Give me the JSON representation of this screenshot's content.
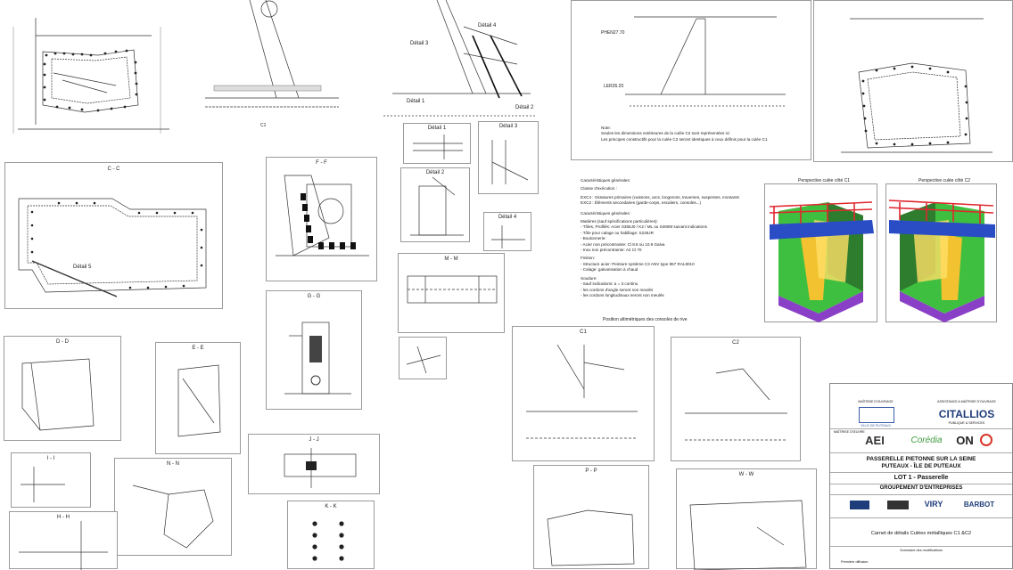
{
  "views": {
    "cc": {
      "title": "C - C",
      "detail": "Détail 5"
    },
    "ff": {
      "title": "F - F"
    },
    "gg": {
      "title": "G - G"
    },
    "dd": {
      "title": "D - D"
    },
    "ee": {
      "title": "E - E"
    },
    "ii": {
      "title": "I - I"
    },
    "nn": {
      "title": "N - N"
    },
    "jj": {
      "title": "J - J"
    },
    "hh": {
      "title": "H - H"
    },
    "kk": {
      "title": "K - K"
    },
    "mm": {
      "title": "M - M"
    },
    "pp": {
      "title": "P - P"
    },
    "ww": {
      "title": "W - W"
    },
    "c1": {
      "title": "C1"
    },
    "c2": {
      "title": "C2"
    }
  },
  "details": {
    "d1": "Détail 1",
    "d2": "Détail 2",
    "d3": "Détail 3",
    "d4": "Détail 4"
  },
  "elevation_labels": {
    "phe": "PHEN27.70",
    "ler": "LER26.20",
    "c1": "C1",
    "detail3": "Détail 3",
    "detail4": "Détail 4",
    "detail1": "Détail 1",
    "detail2": "Détail 2"
  },
  "perspectives": {
    "c1": "Perspective culée côté C1",
    "c2": "Perspective culée côté C2"
  },
  "notes_top": {
    "title": "Note:",
    "lines": [
      "Seules les dimensions extérieures de la culée C2 sont représentées ici",
      "Les principes constructifs pour la culée C2 seront identiques à ceux définis pour la culée C1"
    ]
  },
  "characteristics": {
    "title": "Caractéristiques générales:",
    "class_title": "Classe d'exécution :",
    "class_lines": [
      "EXC4 : Ossatures primaires (caissons, arcs, longerons, traverses, suspentes, montants",
      "EXC2 : Éléments secondaires (garde-corps, escaliers, consoles...)"
    ],
    "gen_title": "Caractéristiques générales:",
    "materials_title": "Matières (sauf spécifications particulières):",
    "materials_lines": [
      "- Tôles, Profilés: Acier S355J0 /  K2 / ML ou S460M suivant indications",
      "- Tôle pour calage ou habillage: S235JR",
      "- Boulonnerie:",
      "   - Acier non précontrainte: Cl 8.8 ou 10.9 Galva",
      "   - Inox non précontrainte: A2 Cl 70"
    ],
    "finish_title": "Finition:",
    "finish_lines": [
      "- Structure acier: Peinture système C3 ANV type 957 RAL9010",
      "- Calage: galvanisation à chaud"
    ],
    "weld_title": "Soudure:",
    "weld_lines": [
      "- Sauf indications: a = 3 continu",
      "   - les cordons d'angle seront non meulés",
      "   - les cordons longitudinaux seront non meulés"
    ]
  },
  "consoles_title": "Position altimétriques des consoles de rive",
  "title_block": {
    "moa_label": "MAÎTRISE D'OUVRAGE",
    "amo_label": "ASSISTANCE A MAÎTRISE D'OUVRAGE",
    "city": "VILLE DE PUTEAUX",
    "amo": "CITALLIOS",
    "amo_sub": "PUBLIQUE & SERVICES",
    "moe_label": "MAÎTRISE D'ŒUVRE",
    "logos": [
      "AEI",
      "Corédia",
      "ON"
    ],
    "project_line1": "PASSERELLE PIETONNE SUR LA SEINE",
    "project_line2": "PUTEAUX - ÎLE DE PUTEAUX",
    "lot": "LOT 1 - Passerelle",
    "group": "GROUPEMENT D'ENTREPRISES",
    "contractors": [
      "VIRY",
      "BARBOT"
    ],
    "sheet_title": "Carnet de détails Culées métalliques C1 &C2",
    "rev_header": "Sommaire des modifications",
    "rev_row": "Première diffusion"
  }
}
